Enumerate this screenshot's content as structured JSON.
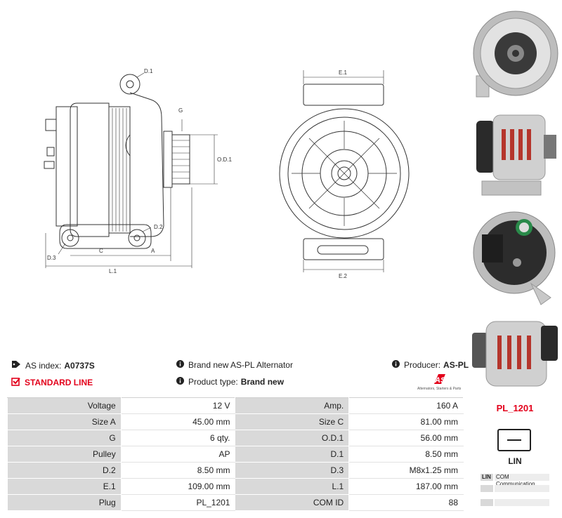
{
  "drawing_labels": {
    "d1": "D.1",
    "g": "G",
    "od1": "O.D.1",
    "d2": "D.2",
    "d3": "D.3",
    "c": "C",
    "a": "A",
    "l1": "L.1",
    "e1": "E.1",
    "e2": "E.2"
  },
  "info": {
    "as_index_label": "AS index:",
    "as_index_value": "A0737S",
    "line": "STANDARD LINE",
    "brand_new_text": "Brand new AS-PL Alternator",
    "product_type_label": "Product type:",
    "product_type_value": "Brand new",
    "producer_label": "Producer:",
    "producer_value": "AS-PL"
  },
  "logo": {
    "mark": "AS",
    "tagline": "Alternators, Starters & Parts"
  },
  "specs": [
    {
      "k1": "Voltage",
      "v1": "12 V",
      "k2": "Amp.",
      "v2": "160 A"
    },
    {
      "k1": "Size A",
      "v1": "45.00 mm",
      "k2": "Size C",
      "v2": "81.00 mm"
    },
    {
      "k1": "G",
      "v1": "6 qty.",
      "k2": "O.D.1",
      "v2": "56.00 mm"
    },
    {
      "k1": "Pulley",
      "v1": "AP",
      "k2": "D.1",
      "v2": "8.50 mm"
    },
    {
      "k1": "D.2",
      "v1": "8.50 mm",
      "k2": "D.3",
      "v2": "M8x1.25 mm"
    },
    {
      "k1": "E.1",
      "v1": "109.00 mm",
      "k2": "L.1",
      "v2": "187.00 mm"
    },
    {
      "k1": "Plug",
      "v1": "PL_1201",
      "k2": "COM ID",
      "v2": "88"
    }
  ],
  "plug": {
    "code": "PL_1201",
    "label": "LIN",
    "terminals": [
      {
        "pin": "LIN",
        "desc": "COM Communication"
      },
      {
        "pin": "",
        "desc": ""
      },
      {
        "pin": "",
        "desc": ""
      }
    ]
  },
  "colors": {
    "accent": "#e3001b",
    "header_bg": "#d9d9d9"
  }
}
